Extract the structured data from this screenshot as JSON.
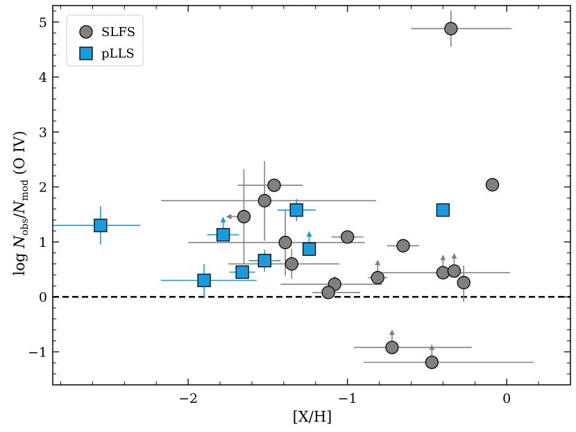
{
  "chart_data": {
    "type": "scatter",
    "xlabel": "[X/H]",
    "ylabel": "log N_obs/N_mod (O IV)",
    "ylabel_parts": {
      "prefix": "log ",
      "n1": "N",
      "sub1": "obs",
      "slash": "/",
      "n2": "N",
      "sub2": "mod",
      "suffix": " (O IV)"
    },
    "xlim": [
      -2.85,
      0.4
    ],
    "ylim": [
      -1.6,
      5.3
    ],
    "xticks": [
      -2,
      -1,
      0
    ],
    "xtick_labels": [
      "−2",
      "−1",
      "0"
    ],
    "yticks": [
      -1,
      0,
      1,
      2,
      3,
      4,
      5
    ],
    "ytick_labels": [
      "−1",
      "0",
      "1",
      "2",
      "3",
      "4",
      "5"
    ],
    "reference_line_y": 0,
    "legend_position": "upper-left",
    "series": [
      {
        "name": "SLFS",
        "marker": "circle",
        "color": "#808080",
        "errcolor": "#808080",
        "points": [
          {
            "x": -0.35,
            "y": 4.88,
            "xerr": [
              0.25,
              0.38
            ],
            "yerr": [
              0.33,
              0.33
            ]
          },
          {
            "x": -1.46,
            "y": 2.03,
            "xerr": [
              0.23,
              0.18
            ]
          },
          {
            "x": -1.52,
            "y": 1.75,
            "xerr": [
              0.65,
              0.7
            ],
            "yerr": [
              0.73,
              0.72
            ]
          },
          {
            "x": -1.65,
            "y": 1.46,
            "yerr": [
              0.86,
              0.86
            ],
            "arrow": "left"
          },
          {
            "x": -1.0,
            "y": 1.09,
            "xerr": [
              0.1,
              0.1
            ]
          },
          {
            "x": -1.39,
            "y": 0.99,
            "xerr": [
              0.61,
              0.5
            ],
            "yerr": [
              0.6,
              0.6
            ]
          },
          {
            "x": -1.35,
            "y": 0.6,
            "xerr": [
              0.4,
              0.3
            ],
            "yerr": [
              0.27,
              0.27
            ]
          },
          {
            "x": -0.65,
            "y": 0.93,
            "xerr": [
              0.1,
              0.1
            ]
          },
          {
            "x": -0.09,
            "y": 2.04
          },
          {
            "x": -1.08,
            "y": 0.23,
            "xerr": [
              0.34,
              0.3
            ],
            "yerr": [
              0.17,
              0.15
            ]
          },
          {
            "x": -1.12,
            "y": 0.08,
            "xerr": [
              0.1,
              0.2
            ],
            "yerr": [
              0.0,
              0.1
            ]
          },
          {
            "x": -0.81,
            "y": 0.35,
            "xerr": [
              0.06,
              0.06
            ],
            "arrow": "up"
          },
          {
            "x": -0.4,
            "y": 0.44,
            "xerr": [
              0.38,
              0.42
            ],
            "arrow": "up"
          },
          {
            "x": -0.33,
            "y": 0.47,
            "arrow": "up"
          },
          {
            "x": -0.27,
            "y": 0.26,
            "yerr": [
              0.35,
              0.31
            ],
            "xerr": [
              0.04,
              0.04
            ]
          },
          {
            "x": -0.72,
            "y": -0.92,
            "xerr": [
              0.24,
              0.5
            ],
            "arrow": "up"
          },
          {
            "x": -0.47,
            "y": -1.19,
            "xerr": [
              0.43,
              0.64
            ],
            "arrow": "up"
          }
        ]
      },
      {
        "name": "pLLS",
        "marker": "square",
        "color": "#1a9bdb",
        "errcolor": "#1a9bdb",
        "points": [
          {
            "x": -2.55,
            "y": 1.3,
            "xerr": [
              0.3,
              0.25
            ],
            "yerr": [
              0.35,
              0.35
            ]
          },
          {
            "x": -1.78,
            "y": 1.13,
            "xerr": [
              0.1,
              0.1
            ],
            "arrow": "up"
          },
          {
            "x": -1.32,
            "y": 1.58,
            "xerr": [
              0.12,
              0.12
            ],
            "yerr": [
              0.2,
              0.2
            ]
          },
          {
            "x": -1.24,
            "y": 0.87,
            "arrow": "up"
          },
          {
            "x": -1.52,
            "y": 0.66,
            "xerr": [
              0.1,
              0.1
            ],
            "yerr": [
              0.2,
              0.2
            ]
          },
          {
            "x": -1.66,
            "y": 0.45,
            "xerr": [
              0.08,
              0.08
            ]
          },
          {
            "x": -1.9,
            "y": 0.3,
            "xerr": [
              0.27,
              0.33
            ],
            "yerr": [
              0.3,
              0.3
            ]
          },
          {
            "x": -0.4,
            "y": 1.58
          }
        ]
      }
    ]
  }
}
